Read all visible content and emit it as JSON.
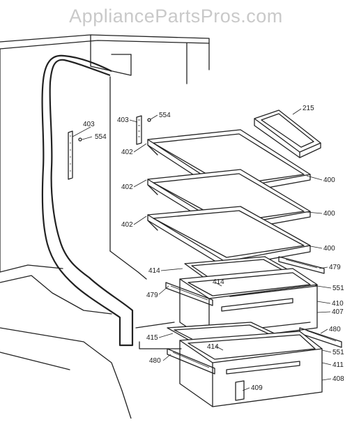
{
  "watermark": "AppliancePartsPros.com",
  "callouts": {
    "c215": "215",
    "c403a": "403",
    "c554a": "554",
    "c403b": "403",
    "c554b": "554",
    "c402a": "402",
    "c402b": "402",
    "c402c": "402",
    "c400a": "400",
    "c400b": "400",
    "c400c": "400",
    "c479a": "479",
    "c414a": "414",
    "c414b": "414",
    "c551a": "551",
    "c410": "410",
    "c479b": "479",
    "c407": "407",
    "c480a": "480",
    "c415": "415",
    "c414c": "414",
    "c551b": "551",
    "c480b": "480",
    "c411": "411",
    "c408": "408",
    "c409": "409"
  }
}
